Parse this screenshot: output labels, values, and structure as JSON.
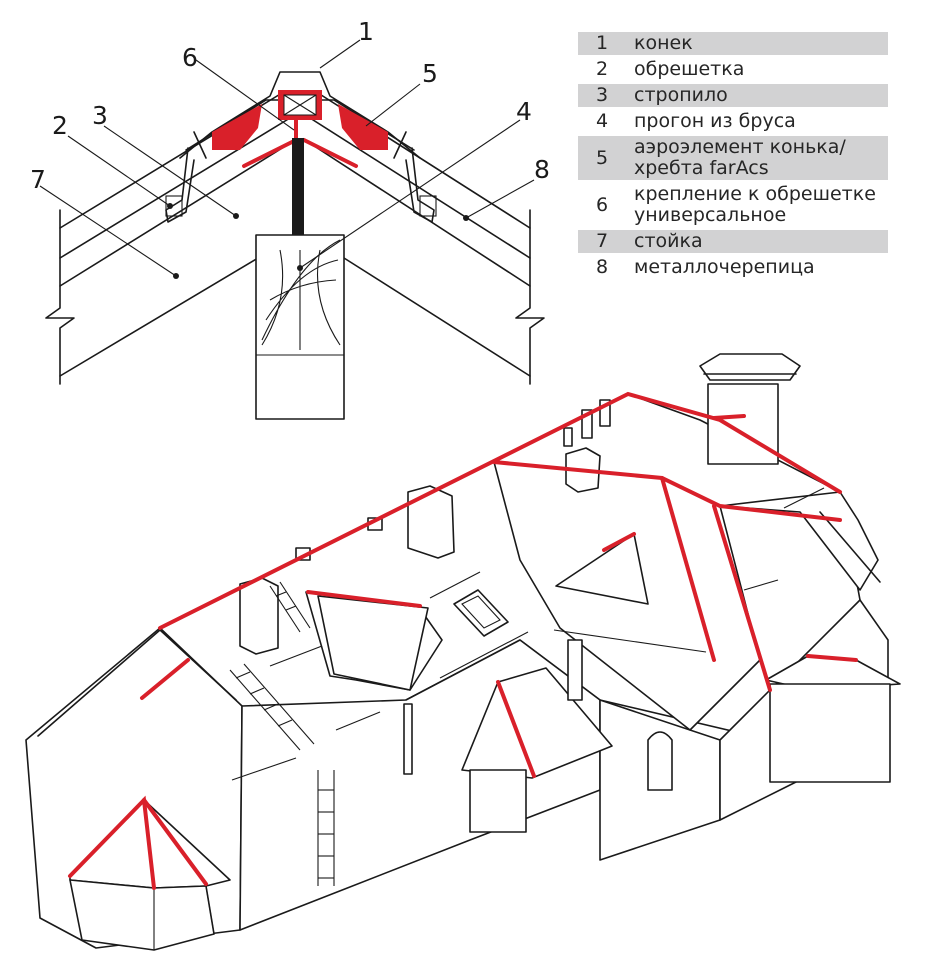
{
  "legend": [
    {
      "num": "1",
      "text": "конек"
    },
    {
      "num": "2",
      "text": "обрешетка"
    },
    {
      "num": "3",
      "text": "стропило"
    },
    {
      "num": "4",
      "text": "прогон из бруса"
    },
    {
      "num": "5",
      "text": "аэроэлемент конька/ хребта farAcs"
    },
    {
      "num": "6",
      "text": "крепление к обрешетке универсальное"
    },
    {
      "num": "7",
      "text": "стойка"
    },
    {
      "num": "8",
      "text": "металлочерепица"
    }
  ],
  "callouts": [
    "1",
    "2",
    "3",
    "4",
    "5",
    "6",
    "7",
    "8"
  ],
  "colors": {
    "accent": "#d9202a",
    "line": "#1a1a1a",
    "row_shade": "#d2d2d3"
  }
}
